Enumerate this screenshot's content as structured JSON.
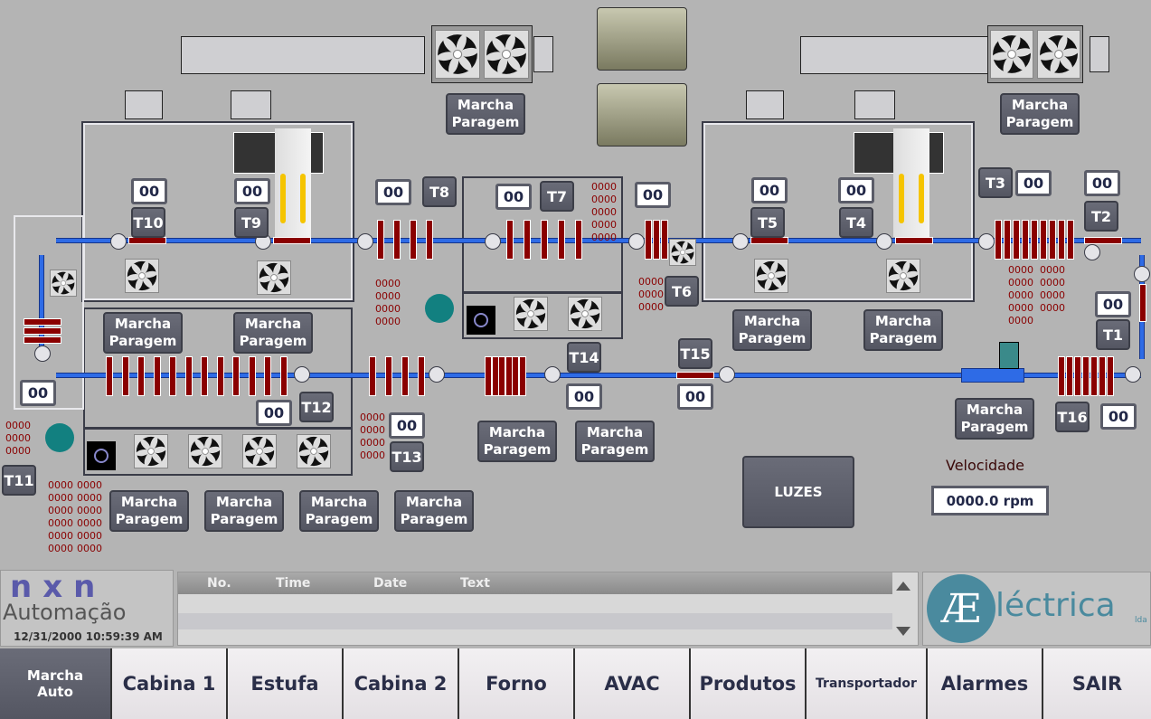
{
  "marcha_paragem_label": "Marcha\nParagem",
  "counter_zero": "00",
  "counters_4": "0000\n0000\n0000\n0000",
  "counters_3": "0000\n0000\n0000",
  "counters_5": "0000\n0000\n0000\n0000\n0000",
  "counters_6": "0000\n0000\n0000\n0000\n0000\n0000",
  "tags": {
    "t1": "T1",
    "t2": "T2",
    "t3": "T3",
    "t4": "T4",
    "t5": "T5",
    "t6": "T6",
    "t7": "T7",
    "t8": "T8",
    "t9": "T9",
    "t10": "T10",
    "t11": "T11",
    "t12": "T12",
    "t13": "T13",
    "t14": "T14",
    "t15": "T15",
    "t16": "T16"
  },
  "luzes_label": "LUZES",
  "speed": {
    "label": "Velocidade",
    "value": "0000.0 rpm"
  },
  "logo_left": {
    "name": "nxn",
    "sub": "Automação"
  },
  "datetime": "12/31/2000 10:59:39 AM",
  "alarm_table": {
    "columns": [
      "No.",
      "Time",
      "Date",
      "Text"
    ]
  },
  "logo_right": {
    "mark": "Æ",
    "name": "léctrica",
    "suffix": "lda"
  },
  "nav": [
    {
      "label": "Marcha\nAuto",
      "active": true
    },
    {
      "label": "Cabina 1"
    },
    {
      "label": "Estufa"
    },
    {
      "label": "Cabina 2"
    },
    {
      "label": "Forno"
    },
    {
      "label": "AVAC"
    },
    {
      "label": "Produtos"
    },
    {
      "label": "Transportador"
    },
    {
      "label": "Alarmes"
    },
    {
      "label": "SAIR"
    }
  ],
  "colors": {
    "background": "#b4b4b4",
    "conveyor": "#2e6be6",
    "heater": "#8a0000",
    "button": "#5a5c68"
  }
}
